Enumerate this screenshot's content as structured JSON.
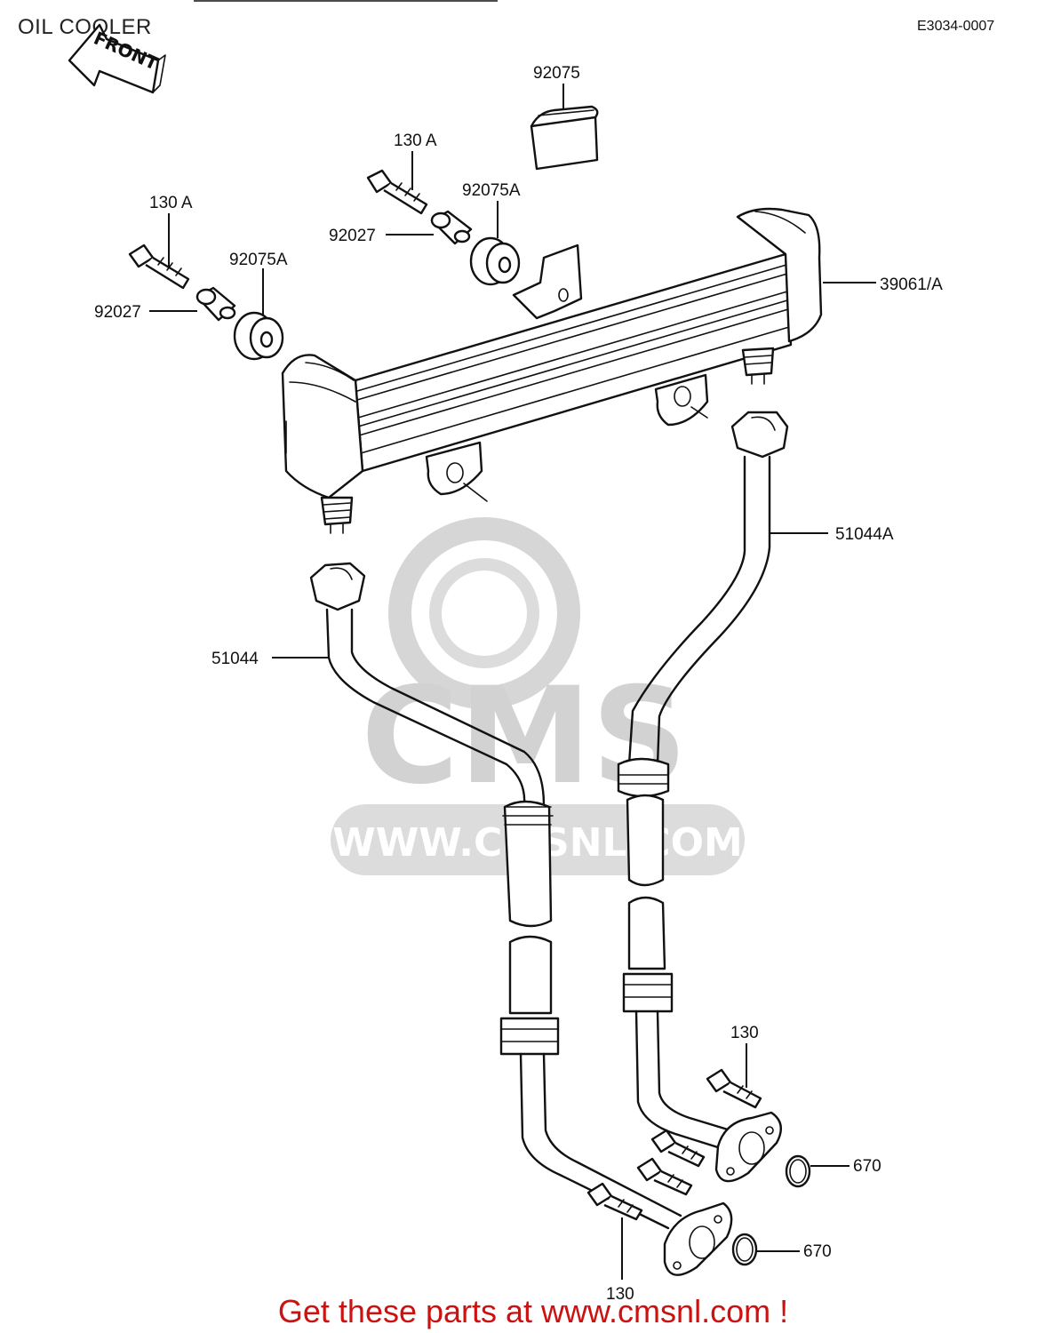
{
  "title": "OIL COOLER",
  "diagram_code": "E3034-0007",
  "front_label": "FRONT",
  "footer": "Get these parts at www.cmsnl.com !",
  "watermark": {
    "brand": "CMS",
    "url": "WWW.CMSNL.COM",
    "color": "#cfcfcf"
  },
  "colors": {
    "footer": "#cc1111",
    "line": "#111111"
  },
  "parts": [
    {
      "id": "92075",
      "label": "92075"
    },
    {
      "id": "130A-top",
      "label": "130 A"
    },
    {
      "id": "92075A-top",
      "label": "92075A"
    },
    {
      "id": "92027-top",
      "label": "92027"
    },
    {
      "id": "130A-left",
      "label": "130 A"
    },
    {
      "id": "92075A-left",
      "label": "92075A"
    },
    {
      "id": "92027-left",
      "label": "92027"
    },
    {
      "id": "39061",
      "label": "39061/A"
    },
    {
      "id": "51044A",
      "label": "51044A"
    },
    {
      "id": "51044",
      "label": "51044"
    },
    {
      "id": "130-right",
      "label": "130"
    },
    {
      "id": "670-upper",
      "label": "670"
    },
    {
      "id": "670-lower",
      "label": "670"
    },
    {
      "id": "130-bottom",
      "label": "130"
    }
  ]
}
